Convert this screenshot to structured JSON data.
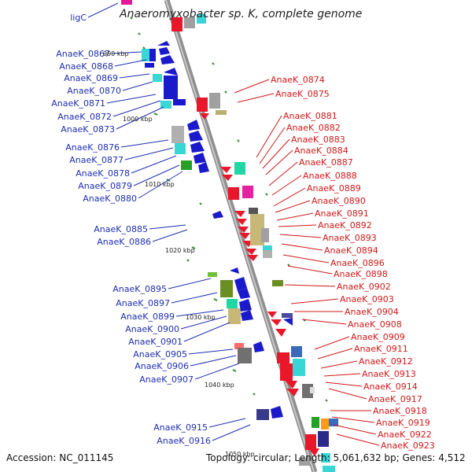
{
  "title": "Anaeromyxobacter sp. K, complete genome",
  "footer": {
    "accession": "Accession: NC_011145",
    "summary": "Topology: circular; Length: 5,061,632 bp; Genes: 4,512"
  },
  "colors": {
    "backbone": "#9a9a9a",
    "left_label": "#1f2fb0",
    "right_label": "#d01818",
    "tick": "#2e8b2e"
  },
  "scale_ticks": [
    "990 kbp",
    "1000 kbp",
    "1010 kbp",
    "1020 kbp",
    "1030 kbp",
    "1040 kbp",
    "1050 kbp"
  ],
  "left_labels": [
    "ligC",
    "AnaeK_0867",
    "AnaeK_0868",
    "AnaeK_0869",
    "AnaeK_0870",
    "AnaeK_0871",
    "AnaeK_0872",
    "AnaeK_0873",
    "AnaeK_0876",
    "AnaeK_0877",
    "AnaeK_0878",
    "AnaeK_0879",
    "AnaeK_0880",
    "AnaeK_0885",
    "AnaeK_0886",
    "AnaeK_0895",
    "AnaeK_0897",
    "AnaeK_0899",
    "AnaeK_0900",
    "AnaeK_0901",
    "AnaeK_0905",
    "AnaeK_0906",
    "AnaeK_0907",
    "AnaeK_0915",
    "AnaeK_0916"
  ],
  "right_labels": [
    "AnaeK_0874",
    "AnaeK_0875",
    "AnaeK_0881",
    "AnaeK_0882",
    "AnaeK_0883",
    "AnaeK_0884",
    "AnaeK_0887",
    "AnaeK_0888",
    "AnaeK_0889",
    "AnaeK_0890",
    "AnaeK_0891",
    "AnaeK_0892",
    "AnaeK_0893",
    "AnaeK_0894",
    "AnaeK_0896",
    "AnaeK_0898",
    "AnaeK_0902",
    "AnaeK_0903",
    "AnaeK_0904",
    "AnaeK_0908",
    "AnaeK_0909",
    "AnaeK_0911",
    "AnaeK_0912",
    "AnaeK_0913",
    "AnaeK_0914",
    "AnaeK_0917",
    "AnaeK_0918",
    "AnaeK_0919",
    "AnaeK_0922",
    "AnaeK_0923"
  ]
}
